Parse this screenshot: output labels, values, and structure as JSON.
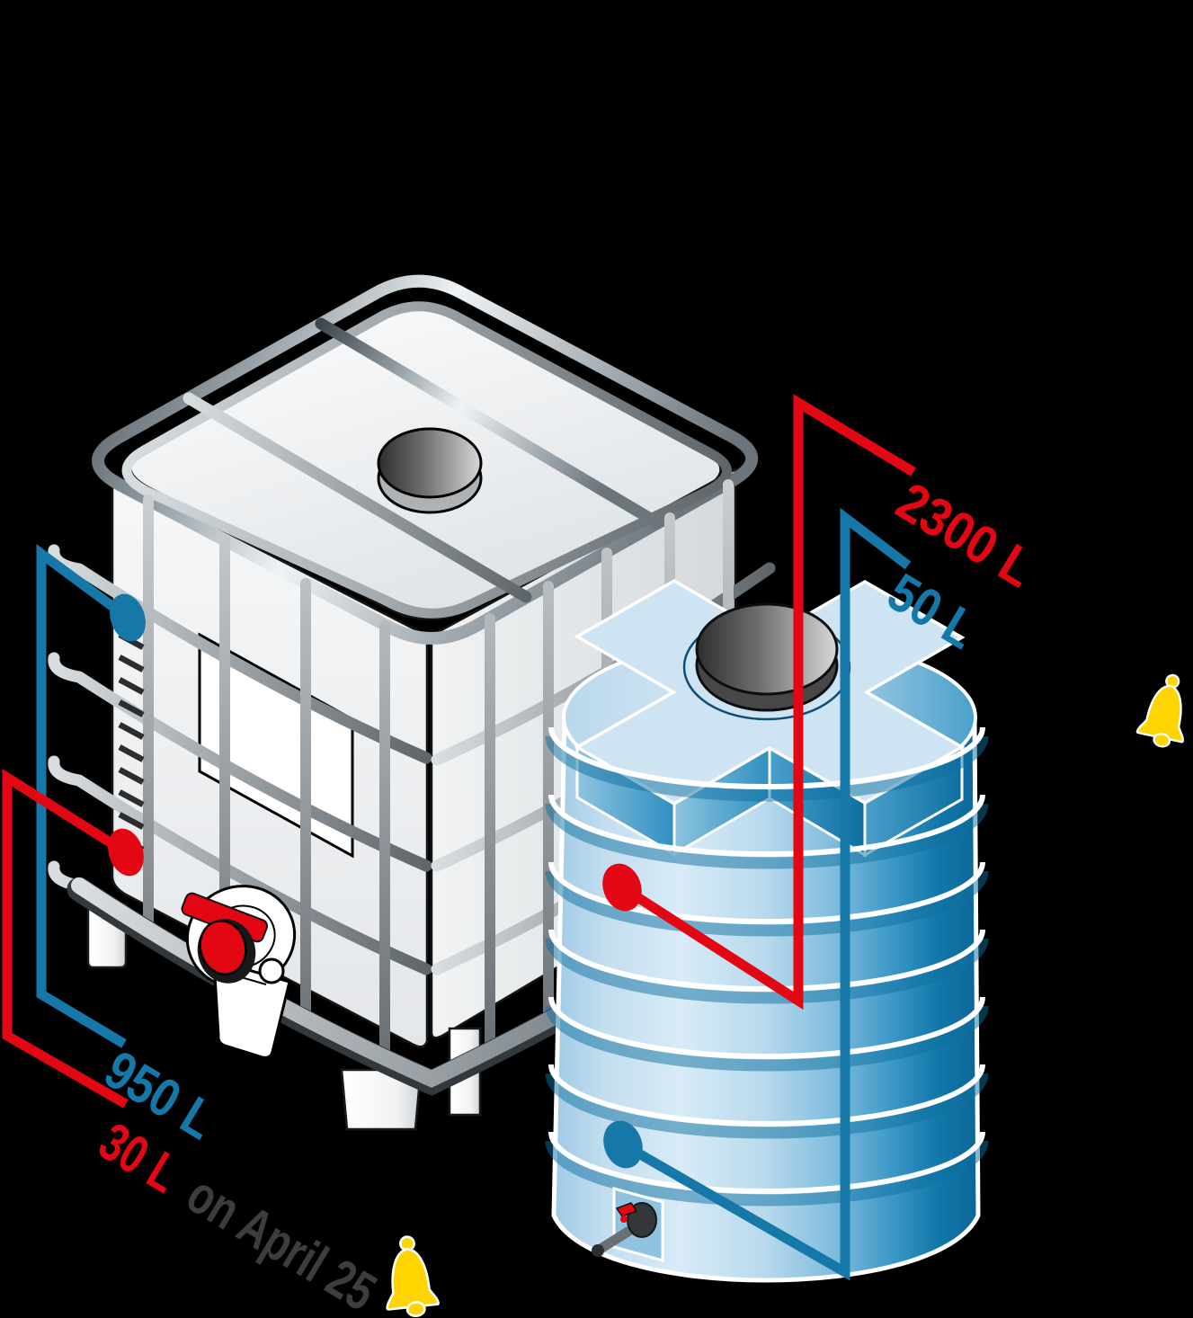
{
  "colors": {
    "red": "#e30613",
    "blue": "#1578a8",
    "graytext": "#3d3d3b",
    "bellyellow": "#ffd401",
    "bg": "#000000"
  },
  "callouts": {
    "cylinder_upper": {
      "text": "2300 L",
      "color": "red"
    },
    "cylinder_lower": {
      "text": "50 L",
      "color": "blue"
    },
    "ibc_upper": {
      "text": "950 L",
      "color": "blue"
    },
    "ibc_lower_value": {
      "text": "30 L",
      "color": "red"
    },
    "ibc_lower_date": {
      "text": "on April 25",
      "color": "gray"
    }
  },
  "icons": {
    "right_alert": "bell-icon",
    "bottom_alert": "bell-icon"
  }
}
